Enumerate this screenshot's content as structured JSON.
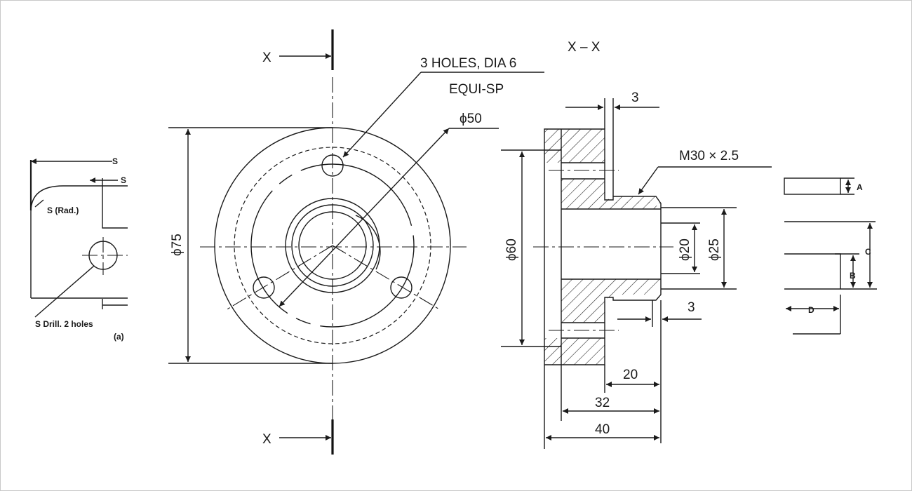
{
  "section": {
    "cut_label": "X",
    "title": "X – X"
  },
  "front_view": {
    "holes_note_line1": "3 HOLES, DIA 6",
    "holes_note_line2": "EQUI-SP",
    "pcd_label": "ϕ50",
    "outer_dia_label": "ϕ75"
  },
  "section_view": {
    "dia60_label": "ϕ60",
    "thread_label": "M30 × 2.5",
    "dia20_label": "ϕ20",
    "dia25_label": "ϕ25",
    "thk_top_label": "3",
    "thk_bottom_label": "3",
    "len20_label": "20",
    "len32_label": "32",
    "len40_label": "40"
  },
  "detail_a": {
    "s_top_label": "S",
    "s_second_label": "S",
    "radius_label": "S (Rad.)",
    "drill_label": "S Drill. 2 holes",
    "figure_label": "(a)"
  },
  "key_symbols": {
    "a_label": "A",
    "b_label": "B",
    "c_label": "C",
    "d_label": "D"
  }
}
